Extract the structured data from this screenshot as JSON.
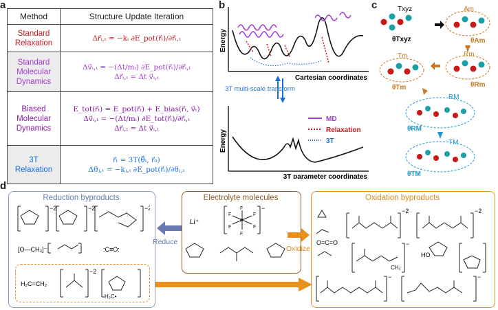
{
  "panels": {
    "a": "a",
    "b": "b",
    "c": "c",
    "d": "d"
  },
  "table": {
    "header_method": "Method",
    "header_iteration": "Structure Update Iteration",
    "rows": [
      {
        "name": "Standard Relaxation",
        "eq1": "Δr⃗ᵢ,ₜ = −kᵢ ∂E_pot(r⃗ₜ)/∂r⃗ᵢ,ₜ"
      },
      {
        "name": "Standard Molecular Dynamics",
        "eq1": "Δv⃗ᵢ,ₜ = −(Δt/mᵢ) ∂E_pot(r⃗ₜ)/∂r⃗ᵢ,ₜ",
        "eq2": "Δr⃗ᵢ,ₜ = Δt v⃗ᵢ,ₜ"
      },
      {
        "name": "Biased Molecular Dynamics",
        "eq0": "E_tot(r⃗ₜ) = E_pot(r⃗ₜ) + E_bias(r⃗ₜ, v⃗ₜ)",
        "eq1": "Δv⃗ᵢ,ₜ = −(Δt/mᵢ) ∂E_tot(r⃗ₜ)/∂r⃗ᵢ,ₜ",
        "eq2": "Δr⃗ᵢ,ₜ = Δt v⃗ᵢ,ₜ"
      },
      {
        "name": "3T Relaxation",
        "eq1": "r⃗ₜ = 3T(θ⃗ₜ, r⃗₀)",
        "eq2": "Δθⱼ,ₜ = −kⱼ,ₜ ∂E_pot(r⃗ₜ)/∂θⱼ,ₜ"
      }
    ]
  },
  "panel_b": {
    "ylabel_top": "Energy",
    "xlabel_top": "Cartesian coordinates",
    "ylabel_bottom": "Energy",
    "xlabel_bottom": "3T parameter coordinates",
    "transform_label": "3T multi-scale transform",
    "legend": [
      {
        "label": "MD",
        "color": "#a23ad0"
      },
      {
        "label": "Relaxation",
        "color": "#c8181e"
      },
      {
        "label": "3T",
        "color": "#1a6fe0"
      }
    ]
  },
  "panel_c": {
    "labels": [
      "Txyz",
      "θTxyz",
      "Am",
      "θAm",
      "Rm",
      "θRm",
      "Tm",
      "θTm",
      "RM",
      "θRM",
      "TM",
      "θTM"
    ],
    "colors": {
      "Txyz": "#222222",
      "m": "#c8781e",
      "M": "#1a9ad0"
    }
  },
  "panel_d": {
    "reduction": {
      "title": "Reduction byproducts",
      "charges": [
        "−2",
        "−2",
        "−2",
        "−2"
      ],
      "formulas": [
        "[O—CH₃]⁻",
        ":C≡O:",
        "H₂C=CH₂",
        "H₂C•"
      ]
    },
    "electrolyte": {
      "title": "Electrolyte molecules",
      "li": "Li⁺",
      "pf6_charge": "−",
      "pf6_atoms": [
        "F",
        "F",
        "F",
        "F",
        "F",
        "F",
        "P"
      ]
    },
    "oxidation": {
      "title": "Oxidation byproducts",
      "charges": [
        "−2",
        "−2",
        "−",
        "−",
        "−"
      ],
      "formulas": [
        "O=C=O",
        "HO",
        "CH₂"
      ]
    },
    "reduce_label": "Reduce",
    "oxidize_label": "Oxidize",
    "colors": {
      "reduction": "#8c9ac0",
      "electrolyte": "#8a5a2a",
      "oxidation": "#e8901e"
    }
  }
}
